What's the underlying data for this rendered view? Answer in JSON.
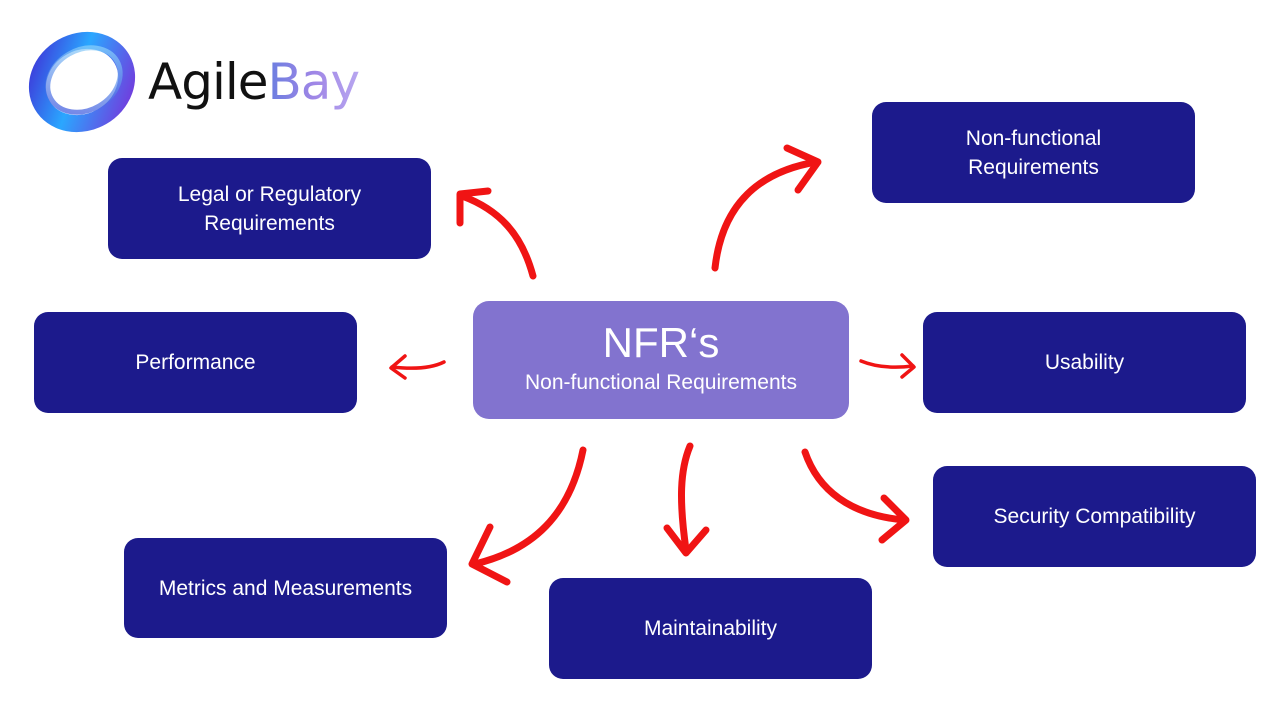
{
  "logo": {
    "text_part1": "Agile",
    "text_part2": "Bay"
  },
  "center": {
    "title": "NFR‘s",
    "subtitle": "Non-functional Requirements"
  },
  "boxes": {
    "legal": "Legal or Regulatory\nRequirements",
    "nonfunctional": "Non-functional\nRequirements",
    "performance": "Performance",
    "usability": "Usability",
    "security": "Security Compatibility",
    "metrics": "Metrics and Measurements",
    "maintainability": "Maintainability"
  },
  "colors": {
    "box": "#1c1a8c",
    "center": "#8273cf",
    "arrow": "#f01414",
    "text": "#ffffff"
  }
}
